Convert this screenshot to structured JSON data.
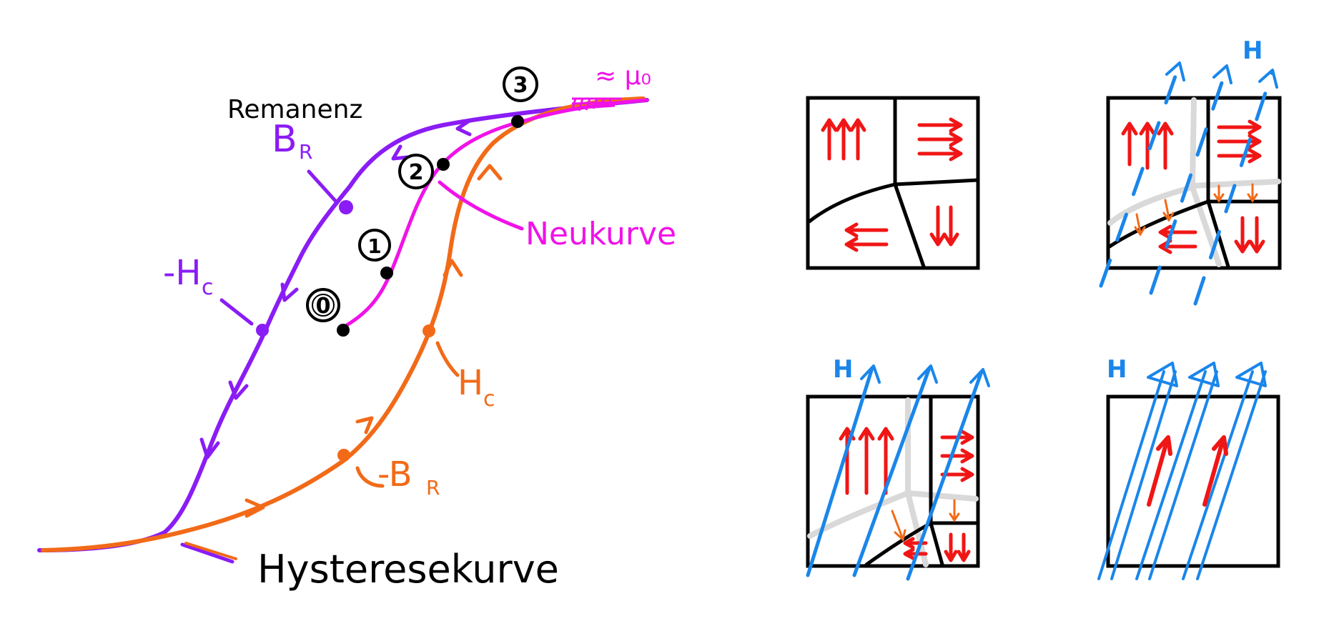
{
  "colors": {
    "purple": "#8a1cf5",
    "magenta": "#f012e8",
    "orange": "#f26a18",
    "black": "#000000",
    "red": "#f01616",
    "blue": "#1a86ea",
    "gray": "#d9d9d9"
  },
  "hysteresis": {
    "remanenz_label": "Remanenz",
    "br_label": "B",
    "br_sub": "R",
    "neg_hc_label": "-H",
    "neg_hc_sub": "c",
    "hc_label": "H",
    "hc_sub": "c",
    "neg_br_label": "-B",
    "neg_br_sub": "R",
    "neukurve_label": "Neukurve",
    "hysteresekurve_label": "Hysteresekurve",
    "mu0_label": "≈ μ₀",
    "points": [
      "0",
      "1",
      "2",
      "3"
    ]
  },
  "domains": {
    "field_label": "H"
  }
}
